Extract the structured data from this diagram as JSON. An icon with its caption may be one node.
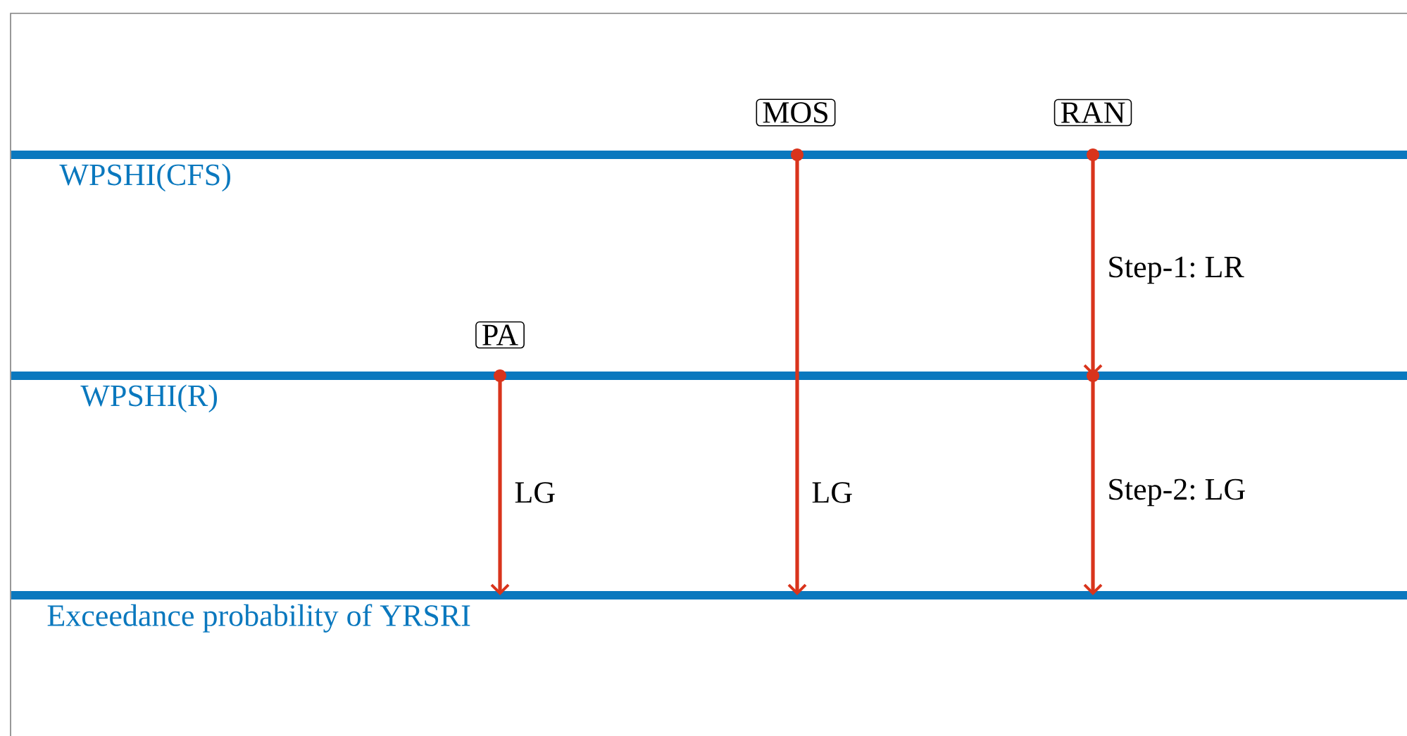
{
  "diagram": {
    "nodes": [
      {
        "text": [
          "WPSHI(CFS)"
        ]
      },
      {
        "text": [
          "WPSHI(R)"
        ]
      },
      {
        "text": [
          "Exceedance probability of YRSRI"
        ]
      },
      {
        "text": [
          "MOS"
        ]
      },
      {
        "text": [
          "RAN"
        ]
      },
      {
        "text": [
          "PA"
        ]
      }
    ],
    "edges": [
      {
        "from": 0,
        "to": 2,
        "arrow": "to",
        "label": "LG"
      },
      {
        "from": 0,
        "to": 1,
        "arrow": "to",
        "label": "Step-1: LR"
      },
      {
        "from": 1,
        "to": 2,
        "arrow": "to",
        "label": "Step-2: LG"
      },
      {
        "from": 1,
        "to": 2,
        "arrow": "to",
        "label": "LG"
      }
    ]
  }
}
